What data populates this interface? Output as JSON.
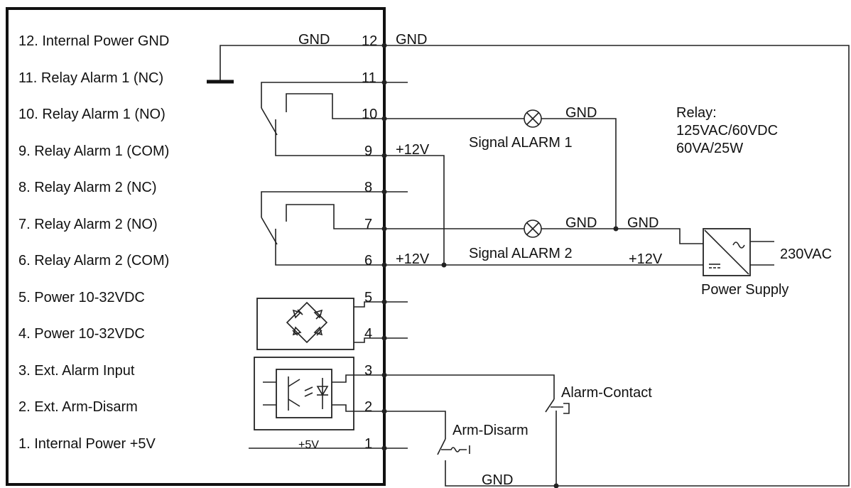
{
  "pins": [
    {
      "number": "12",
      "label": "12. Internal Power GND"
    },
    {
      "number": "11",
      "label": "11. Relay Alarm 1 (NC)"
    },
    {
      "number": "10",
      "label": "10. Relay Alarm 1 (NO)"
    },
    {
      "number": "9",
      "label": "9. Relay Alarm 1 (COM)"
    },
    {
      "number": "8",
      "label": "8. Relay Alarm 2 (NC)"
    },
    {
      "number": "7",
      "label": "7. Relay Alarm 2 (NO)"
    },
    {
      "number": "6",
      "label": "6. Relay Alarm 2 (COM)"
    },
    {
      "number": "5",
      "label": "5. Power 10-32VDC"
    },
    {
      "number": "4",
      "label": "4. Power 10-32VDC"
    },
    {
      "number": "3",
      "label": "3. Ext. Alarm Input"
    },
    {
      "number": "2",
      "label": "2. Ext. Arm-Disarm"
    },
    {
      "number": "1",
      "label": "1. Internal Power +5V"
    }
  ],
  "signals": {
    "gnd_inside": "GND",
    "gnd_pin12": "GND",
    "gnd_alarm1": "GND",
    "gnd_alarm2": "GND",
    "gnd_supply": "GND",
    "gnd_bottom": "GND",
    "plus12_pin9": "+12V",
    "plus12_pin6": "+12V",
    "plus12_supply": "+12V",
    "plus5": "+5V"
  },
  "components": {
    "signal_alarm_1": "Signal ALARM 1",
    "signal_alarm_2": "Signal ALARM 2",
    "relay_title": "Relay:",
    "relay_rating_1": "125VAC/60VDC",
    "relay_rating_2": "60VA/25W",
    "power_supply": "Power Supply",
    "mains": "230VAC",
    "alarm_contact": "Alarm-Contact",
    "arm_disarm": "Arm-Disarm"
  }
}
